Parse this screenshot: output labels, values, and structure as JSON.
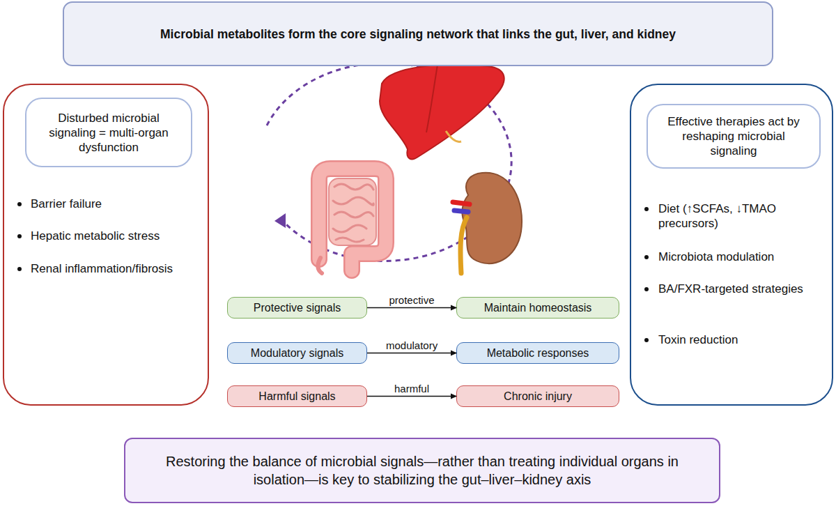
{
  "diagram": {
    "title": "Microbial metabolites form the core signaling network that links the gut, liver, and kidney",
    "caption": "Restoring the balance of microbial signals—rather than treating individual organs in isolation—is key to stabilizing the gut–liver–kidney axis",
    "nodes": [
      {
        "text": [
          "Barrier failure",
          "Hepatic metabolic stress",
          "Renal inflammation/fibrosis"
        ]
      },
      {
        "text": [
          "Disturbed microbial signaling = multi-organ dysfunction"
        ],
        "in": 0
      },
      {
        "text": [
          "Protective signals"
        ]
      },
      {
        "text": [
          "Maintain homeostasis"
        ]
      },
      {
        "text": [
          "Modulatory signals"
        ]
      },
      {
        "text": [
          "Metabolic responses"
        ]
      },
      {
        "text": [
          "Harmful signals"
        ]
      },
      {
        "text": [
          "Chronic injury"
        ]
      },
      {
        "text": [
          "Diet (↑SCFAs, ↓TMAO precursors)",
          "Microbiota modulation",
          "BA/FXR-targeted strategies",
          "Toxin reduction"
        ]
      },
      {
        "text": [
          "Effective therapies act by reshaping microbial signaling"
        ],
        "in": 8
      }
    ],
    "edges": [
      {
        "from": 2,
        "to": 3,
        "label": "protective",
        "arrow": "to"
      },
      {
        "from": 4,
        "to": 5,
        "label": "modulatory",
        "arrow": "to"
      },
      {
        "from": 6,
        "to": 7,
        "label": "harmful",
        "arrow": "to"
      }
    ]
  }
}
